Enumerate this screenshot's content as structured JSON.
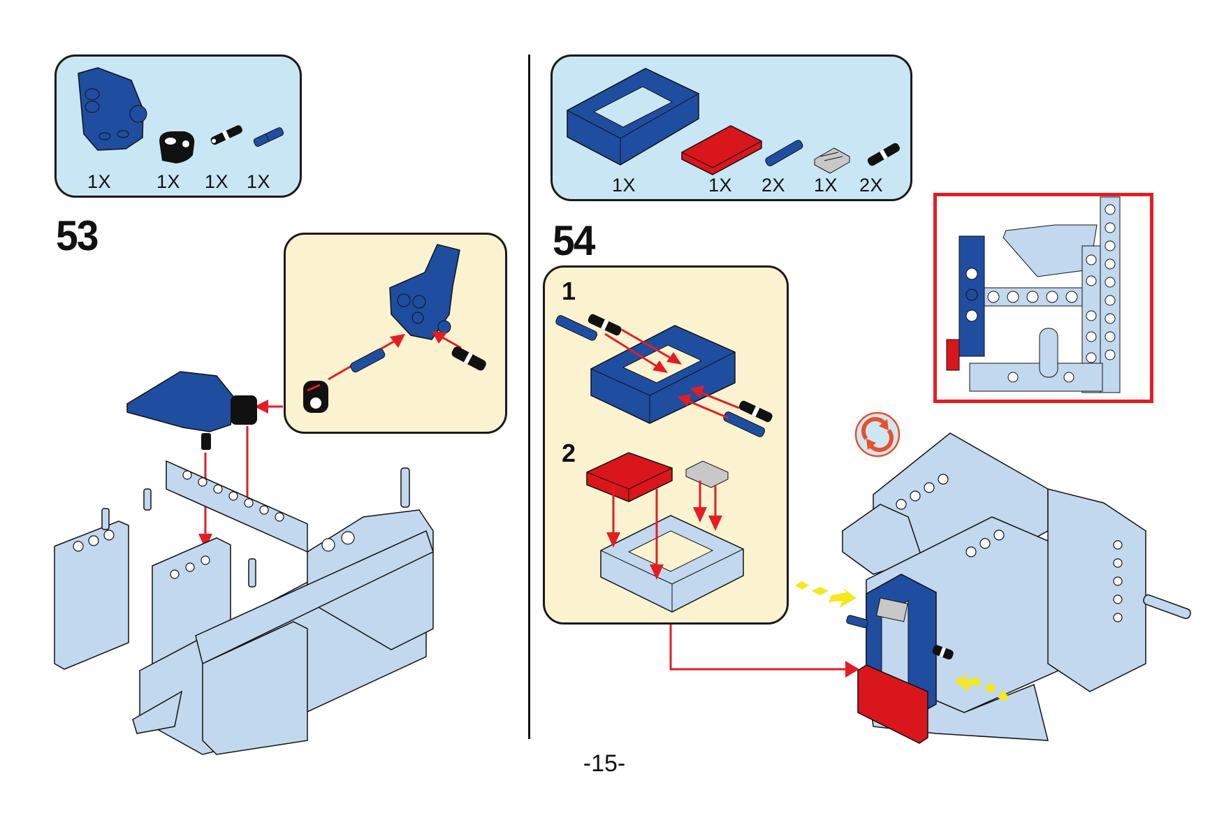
{
  "page": {
    "page_number": "-15-",
    "colors": {
      "parts_box_bg": "#c9e6f4",
      "callout_bg": "#fbf3cf",
      "arrow_red": "#e41d24",
      "brick_blue": "#1f4ea0",
      "brick_red": "#d9161c",
      "brick_light": "#c2d8ee",
      "brick_gray": "#c8c8c8",
      "hint_yellow": "#f6e81a"
    }
  },
  "step53": {
    "number": "53",
    "parts": [
      {
        "name": "blue panel connector",
        "quantity": "1X"
      },
      {
        "name": "black cross block",
        "quantity": "1X"
      },
      {
        "name": "black friction pin",
        "quantity": "1X"
      },
      {
        "name": "blue axle pin",
        "quantity": "1X"
      }
    ],
    "subassembly": {
      "parts": [
        "blue panel connector",
        "blue axle pin",
        "black cross block",
        "black friction pin"
      ]
    }
  },
  "step54": {
    "number": "54",
    "parts": [
      {
        "name": "blue 4x6 open brick frame",
        "quantity": "1X"
      },
      {
        "name": "red 2x4 plate",
        "quantity": "1X"
      },
      {
        "name": "blue long pin",
        "quantity": "2X"
      },
      {
        "name": "gray grille tile",
        "quantity": "1X"
      },
      {
        "name": "black friction pin",
        "quantity": "2X"
      }
    ],
    "substeps": [
      {
        "number": "1",
        "description": "insert pins into blue frame"
      },
      {
        "number": "2",
        "description": "attach red plate and gray tile"
      }
    ],
    "rotate_icon": "rotate-model-icon",
    "detail_view": "red-framed-side-view"
  }
}
